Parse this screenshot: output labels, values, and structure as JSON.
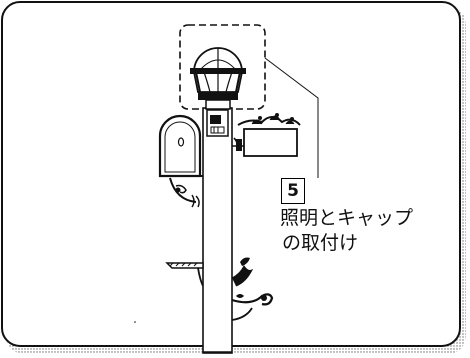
{
  "diagram": {
    "step_number": "5",
    "caption_lines": [
      "照明とキャップ",
      "の取付け"
    ],
    "colors": {
      "line": "#111111",
      "background": "#ffffff",
      "frame_shadow": "#8a8a8a"
    },
    "icons": [
      "lamp-globe-icon",
      "mailbox-icon",
      "address-sign-icon",
      "planter-bracket-icon",
      "control-box-icon"
    ]
  }
}
